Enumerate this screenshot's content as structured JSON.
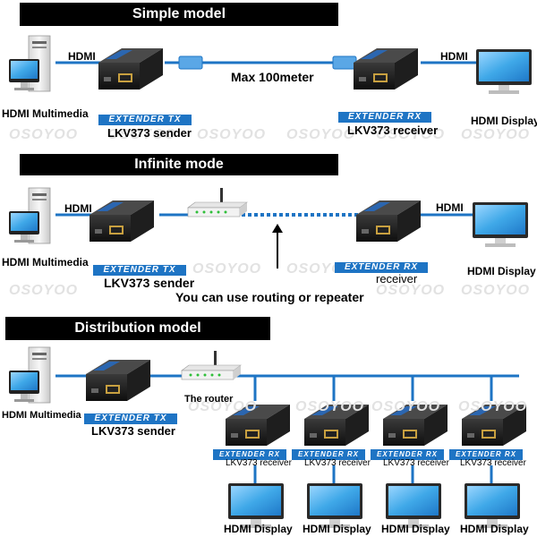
{
  "sections": {
    "simple": {
      "title": "Simple model",
      "hdmi_left": "HDMI",
      "hdmi_right": "HDMI",
      "distance": "Max 100meter",
      "source": "HDMI Multimedia",
      "display": "HDMI Display",
      "sender_tag": "EXTENDER TX",
      "sender_label": "LKV373 sender",
      "receiver_tag": "EXTENDER RX",
      "receiver_label": "LKV373 receiver"
    },
    "infinite": {
      "title": "Infinite mode",
      "hdmi_left": "HDMI",
      "hdmi_right": "HDMI",
      "source": "HDMI Multimedia",
      "display": "HDMI Display",
      "sender_tag": "EXTENDER TX",
      "sender_label": "LKV373 sender",
      "receiver_tag": "EXTENDER RX",
      "receiver_label": "receiver",
      "note": "You can use routing or repeater"
    },
    "distribution": {
      "title": "Distribution model",
      "source": "HDMI Multimedia",
      "sender_tag": "EXTENDER TX",
      "sender_label": "LKV373 sender",
      "router_label": "The router",
      "receiver_tag": "EXTENDER RX",
      "receiver_label": "LKV373 receiver",
      "displays": [
        "HDMI Display",
        "HDMI Display",
        "HDMI Display",
        "HDMI Display"
      ]
    }
  },
  "watermark": "OSOYOO",
  "colors": {
    "cable": "#1e74c4",
    "cable_light": "#5aa7e6",
    "banner": "#000000",
    "device": "#1a1a1a",
    "screen": "#3fa8e8"
  }
}
